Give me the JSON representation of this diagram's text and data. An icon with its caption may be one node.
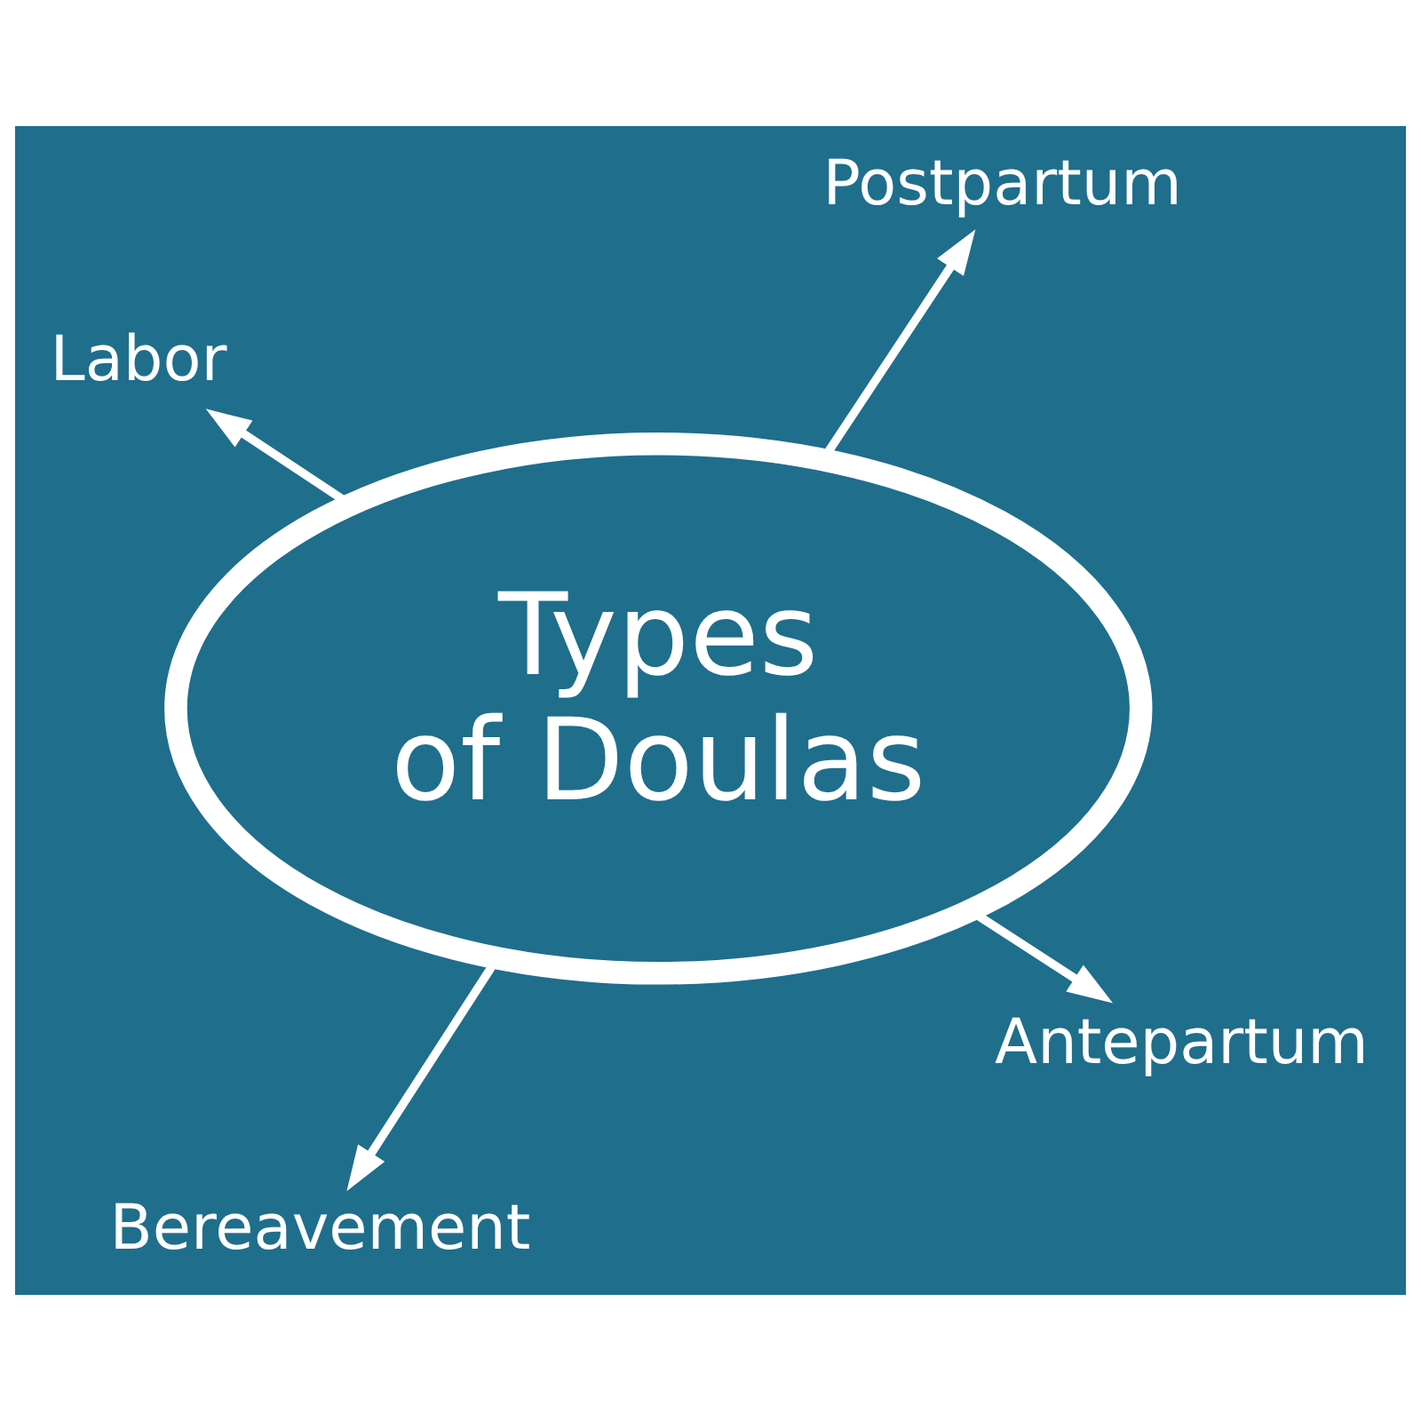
{
  "diagram": {
    "nodes": [
      {
        "text": [
          "Types of Doulas"
        ]
      },
      {
        "text": [
          "Antepartum"
        ]
      },
      {
        "text": [
          "Bereavement"
        ]
      },
      {
        "text": [
          "Labor"
        ]
      },
      {
        "text": [
          "Postpartum"
        ]
      }
    ],
    "edges": [
      {
        "from": 0,
        "to": 1,
        "arrow": "to"
      },
      {
        "from": 0,
        "to": 2,
        "arrow": "to"
      },
      {
        "from": 0,
        "to": 3,
        "arrow": "to"
      },
      {
        "from": 0,
        "to": 4,
        "arrow": "to"
      }
    ]
  }
}
